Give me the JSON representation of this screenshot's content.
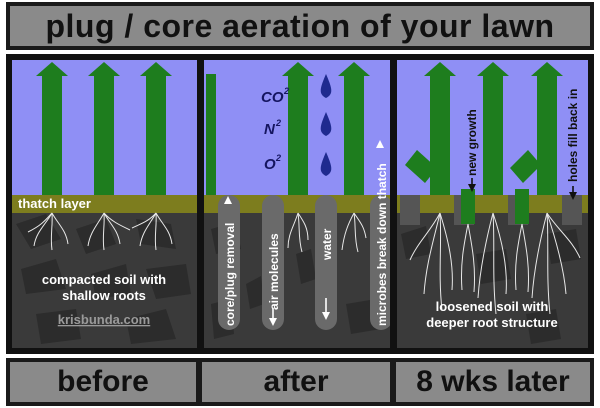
{
  "title": "plug / core aeration of your lawn",
  "panels": {
    "before": {
      "thatch_label": "thatch layer",
      "soil_caption_line1": "compacted soil with",
      "soil_caption_line2": "shallow roots",
      "watermark": "krisbunda.com"
    },
    "after": {
      "co2": "CO",
      "n2": "N",
      "o2": "O",
      "sup": "2",
      "plug_label": "core/plug removal",
      "air_label": "air molecules",
      "water_label": "water",
      "microbes_label": "microbes break down thatch"
    },
    "later": {
      "new_growth_label": "new growth",
      "holes_label": "holes fill back in",
      "soil_caption_line1": "loosened soil with",
      "soil_caption_line2": "deeper root structure"
    }
  },
  "stage_labels": [
    "before",
    "after",
    "8 wks later"
  ],
  "colors": {
    "sky": "#8f8ff5",
    "grass": "#1e7d1e",
    "thatch": "#7d7d1e",
    "soil": "#3a3a3a",
    "frame": "#111111",
    "label_bg": "#8a8a8a",
    "water_drop": "#1f2a8f"
  }
}
